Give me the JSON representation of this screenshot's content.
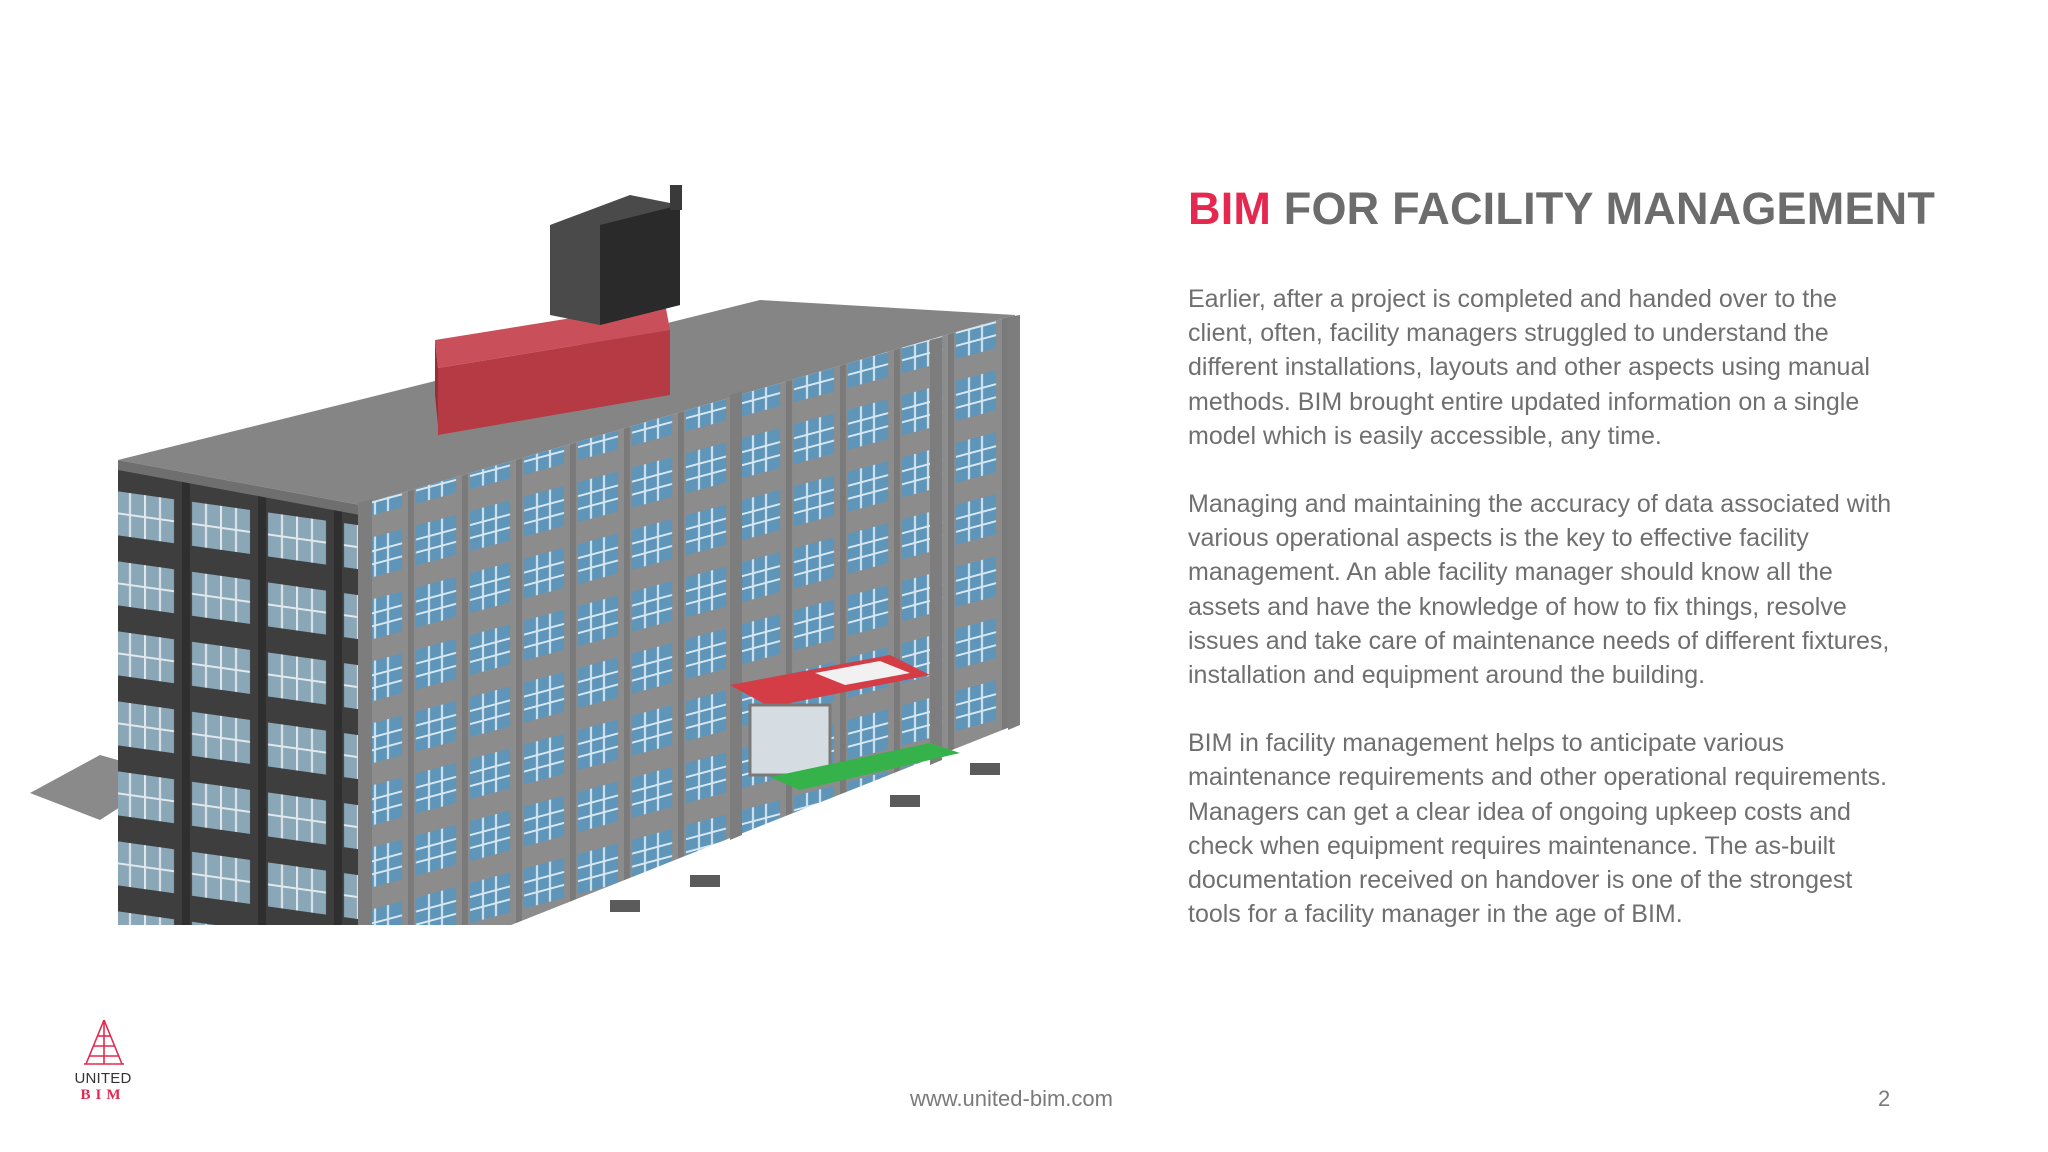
{
  "slide": {
    "title_accent": "BIM",
    "title_rest": " FOR FACILITY MANAGEMENT",
    "paragraphs": [
      "Earlier, after a project is completed and handed over to the client, often, facility managers struggled to understand the different installations, layouts and other aspects using manual methods. BIM brought entire updated information on a single model which is easily accessible, any time.",
      "Managing and maintaining the accuracy of data associated with various operational aspects is the key to effective facility management. An able facility manager should know all the assets and have the knowledge of how to fix things, resolve issues and take care of maintenance needs of different fixtures, installation and equipment around the building.",
      "BIM in facility management helps to anticipate various maintenance requirements and other operational requirements. Managers can get a clear idea of ongoing upkeep costs and check when equipment requires maintenance. The as-built documentation received on handover is one of the strongest tools for a facility manager in the age of BIM."
    ]
  },
  "footer": {
    "url": "www.united-bim.com",
    "page_number": "2"
  },
  "logo": {
    "line1": "UNITED",
    "line2": "BIM"
  },
  "image": {
    "icon": "building-model-icon"
  },
  "colors": {
    "accent": "#e4284f",
    "title_gray": "#6c6c6c",
    "text_gray": "#6f6f6f"
  }
}
